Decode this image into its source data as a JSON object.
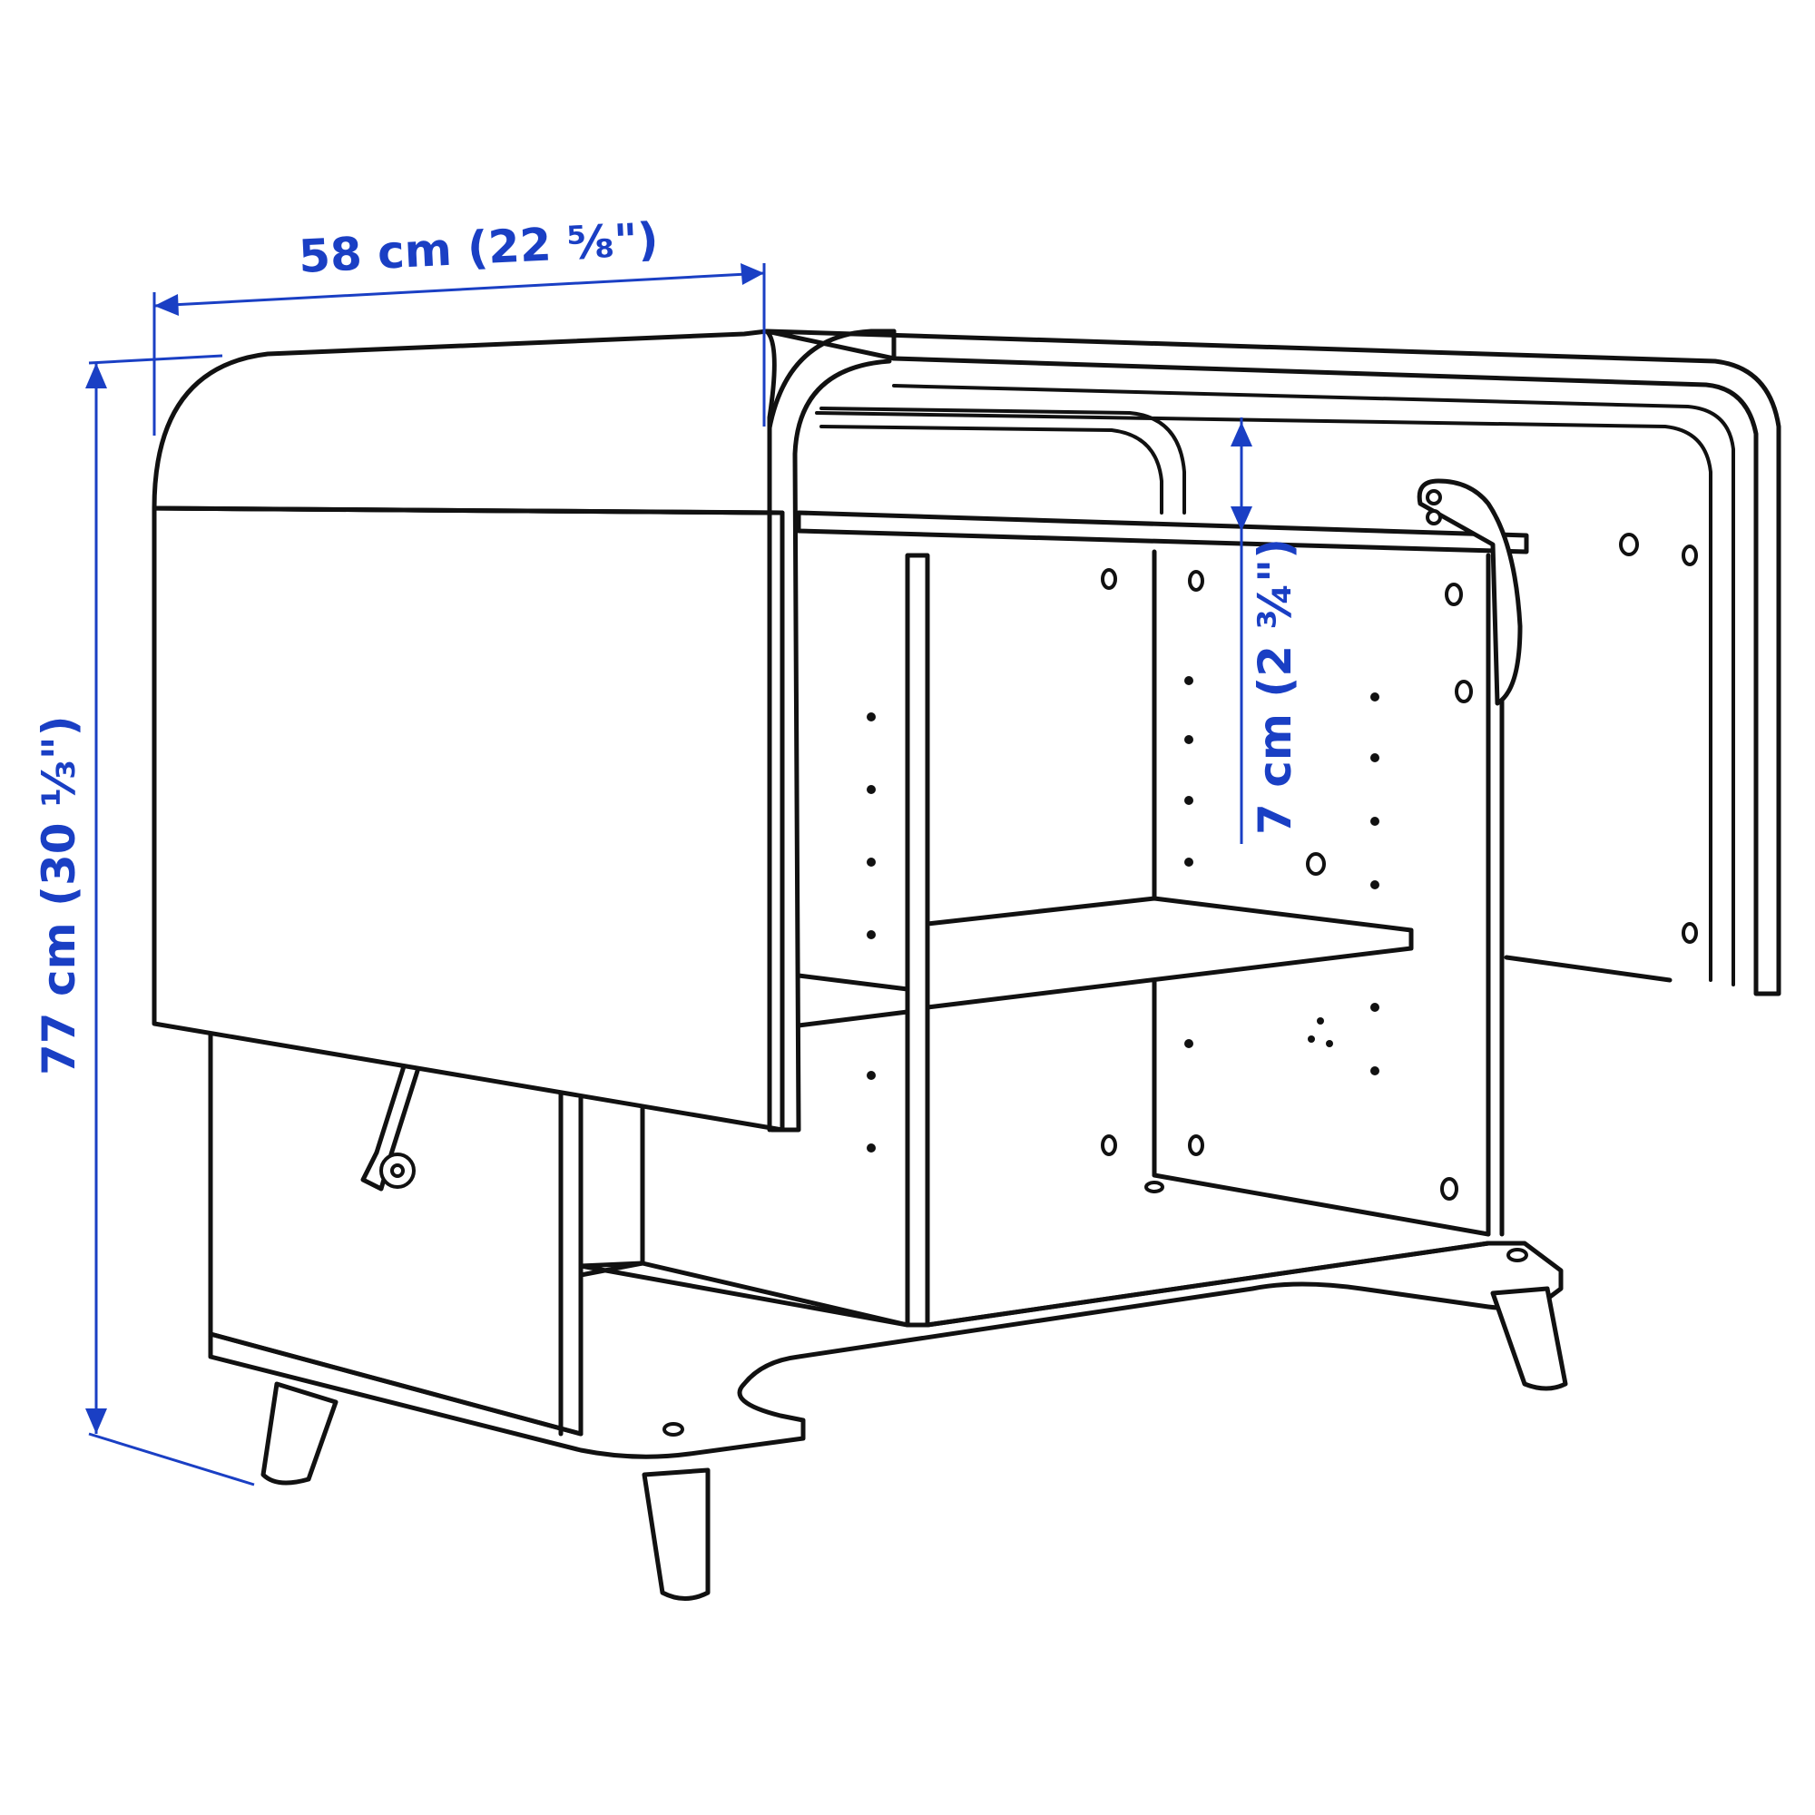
{
  "dimensions": {
    "width_label": "58 cm (22 ⅝\")",
    "height_label": "77 cm (30 ⅓\")",
    "gap_label": "7 cm (2 ¾\")"
  },
  "colors": {
    "line": "#111111",
    "dimension": "#1a3fc4",
    "background": "#ffffff"
  }
}
